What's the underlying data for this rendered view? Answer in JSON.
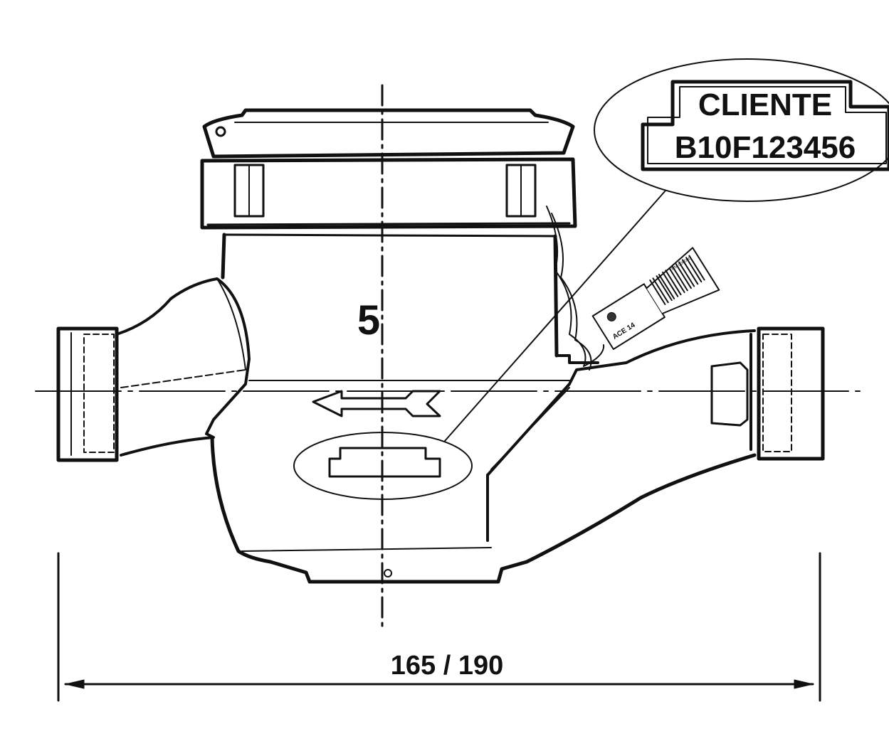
{
  "drawing": {
    "size_label": "5",
    "dimension_label": "165 / 190",
    "callout": {
      "line1": "CLIENTE",
      "line2": "B10F123456"
    },
    "seal_tag": {
      "text": "ACE 14",
      "barcode_text": "RM 000000"
    }
  },
  "colors": {
    "ink": "#111111",
    "paper": "#ffffff"
  }
}
